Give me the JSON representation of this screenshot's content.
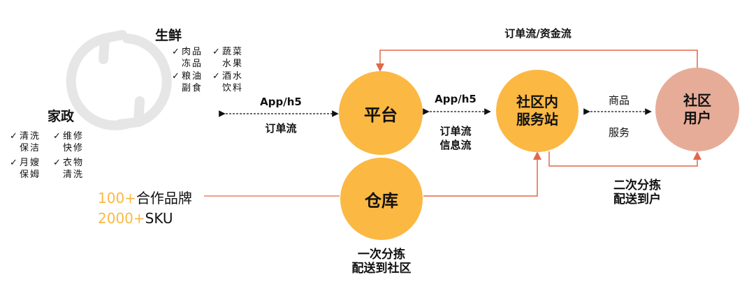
{
  "categories": {
    "fresh": {
      "title": "生鲜",
      "items": [
        {
          "line1": "肉品",
          "line2": "冻品"
        },
        {
          "line1": "蔬菜",
          "line2": "水果"
        },
        {
          "line1": "粮油",
          "line2": "副食"
        },
        {
          "line1": "酒水",
          "line2": "饮料"
        }
      ]
    },
    "housekeeping": {
      "title": "家政",
      "items": [
        {
          "line1": "清洗",
          "line2": "保洁"
        },
        {
          "line1": "维修",
          "line2": "快修"
        },
        {
          "line1": "月嫂",
          "line2": "保姆"
        },
        {
          "line1": "衣物",
          "line2": "清洗"
        }
      ]
    },
    "check_glyph": "✓"
  },
  "brands": {
    "brands_num": "100+",
    "brands_text": "合作品牌",
    "sku_num": "2000+",
    "sku_text": "SKU"
  },
  "nodes": {
    "platform": "平台",
    "warehouse": "仓库",
    "station_line1": "社区内",
    "station_line2": "服务站",
    "user_line1": "社区",
    "user_line2": "用户"
  },
  "edges": {
    "left_top": "App/h5",
    "left_bottom": "订单流",
    "mid_top": "App/h5",
    "mid_bottom_1": "订单流",
    "mid_bottom_2": "信息流",
    "right_top": "商品",
    "right_bottom": "服务",
    "top_flow": "订单流/资金流",
    "first_sort_1": "一次分拣",
    "first_sort_2": "配送到社区",
    "second_sort_1": "二次分拣",
    "second_sort_2": "配送到户"
  },
  "colors": {
    "orange": "#fbb843",
    "pink": "#e7ac98",
    "line": "#e0684a",
    "cycle": "#e6e6e6"
  }
}
